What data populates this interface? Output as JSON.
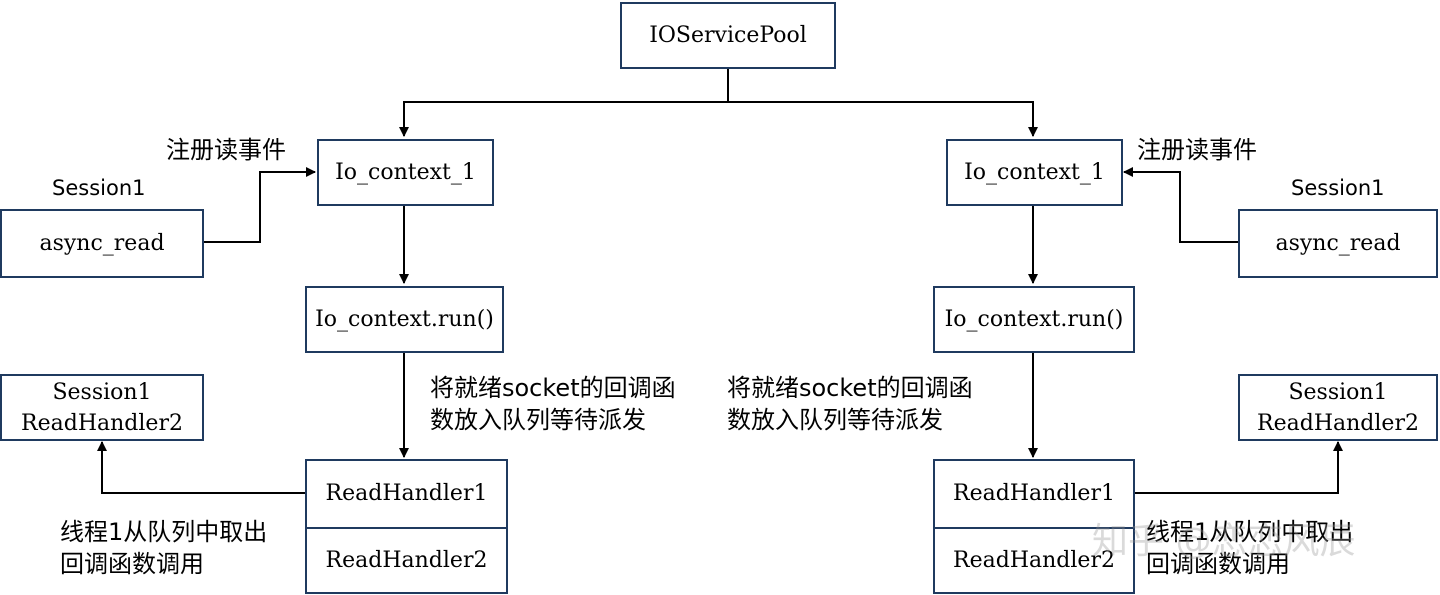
{
  "diagram": {
    "pool_label": "IOServicePool",
    "left": {
      "context_label": "Io_context_1",
      "run_label": "Io_context.run()",
      "handler1_label": "ReadHandler1",
      "handler2_label": "ReadHandler2",
      "async_read_label": "async_read",
      "session_label": "Session1",
      "register_label": "注册读事件",
      "queue_note": "将就绪socket的回调函\n数放入队列等待派发",
      "target_line1": "Session1",
      "target_line2": "ReadHandler2",
      "thread_note": "线程1从队列中取出\n回调函数调用"
    },
    "right": {
      "context_label": "Io_context_1",
      "run_label": "Io_context.run()",
      "handler1_label": "ReadHandler1",
      "handler2_label": "ReadHandler2",
      "async_read_label": "async_read",
      "session_label": "Session1",
      "register_label": "注册读事件",
      "queue_note": "将就绪socket的回调函\n数放入队列等待派发",
      "target_line1": "Session1",
      "target_line2": "ReadHandler2",
      "thread_note": "线程1从队列中取出\n回调函数调用"
    },
    "watermark": "知乎 @恋恋风辰"
  },
  "colors": {
    "box_border": "#1f3a5f",
    "line": "#000000"
  }
}
